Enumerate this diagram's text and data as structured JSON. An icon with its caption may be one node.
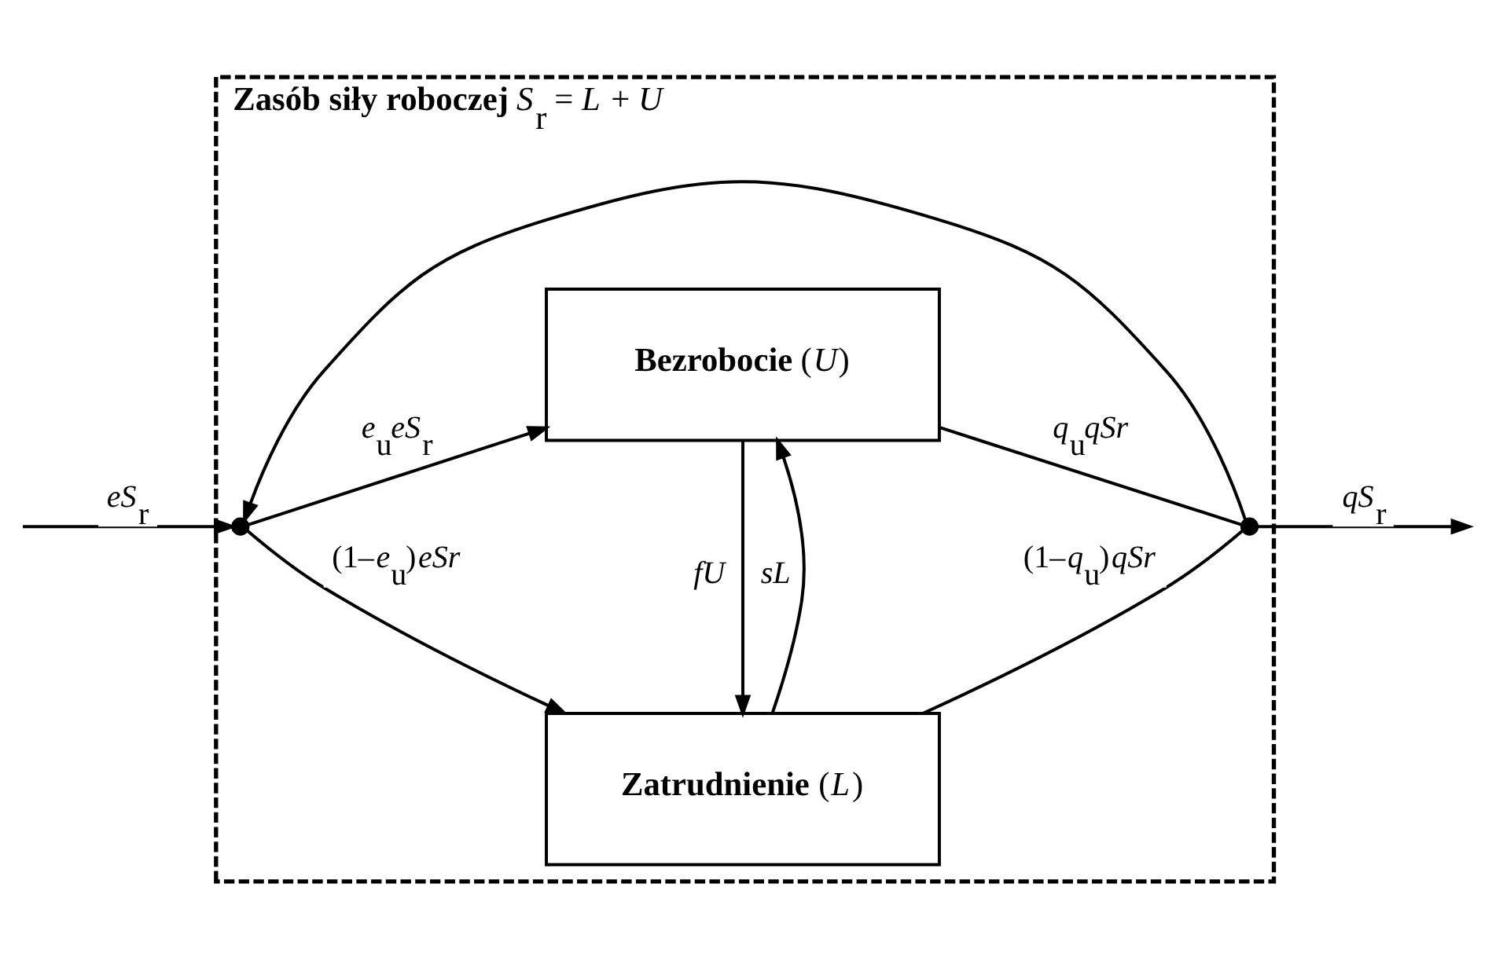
{
  "diagram": {
    "nodes": [
      {
        "text": [
          "**Zasób siły roboczej** *S*$_{r}$ = *L* + *U*"
        ]
      },
      {
        "text": [
          "**Bezrobocie** (*U*)"
        ],
        "in": 0
      },
      {
        "text": [
          "**Zatrudnienie** (*L*)"
        ],
        "in": 0
      },
      {
        "text": [],
        "shape": "point",
        "in": 0
      },
      {
        "text": [],
        "shape": "point",
        "in": 0
      }
    ],
    "edges": [
      {
        "from": null,
        "to": 3,
        "arrow": "to",
        "label": "*eS*$_{r}$"
      },
      {
        "from": 3,
        "to": 1,
        "arrow": "to",
        "label": "*e*$_{u}$*eS*$_{r}$"
      },
      {
        "from": 3,
        "to": 2,
        "arrow": "to",
        "label": "(1–*e*$_{u}$)*eSr*"
      },
      {
        "from": 1,
        "to": 2,
        "arrow": "to",
        "label": "*fU*"
      },
      {
        "from": 2,
        "to": 1,
        "arrow": "to",
        "label": "*sL*"
      },
      {
        "from": 1,
        "to": 4,
        "arrow": "none",
        "label": "*q*$_{u}$*qSr*"
      },
      {
        "from": 2,
        "to": 4,
        "arrow": "none",
        "label": "(1–*q*$_{u}$)*qSr*"
      },
      {
        "from": 4,
        "to": null,
        "arrow": "to",
        "label": "*qS*$_{r}$"
      },
      {
        "from": 4,
        "to": 3,
        "arrow": "to"
      }
    ]
  }
}
